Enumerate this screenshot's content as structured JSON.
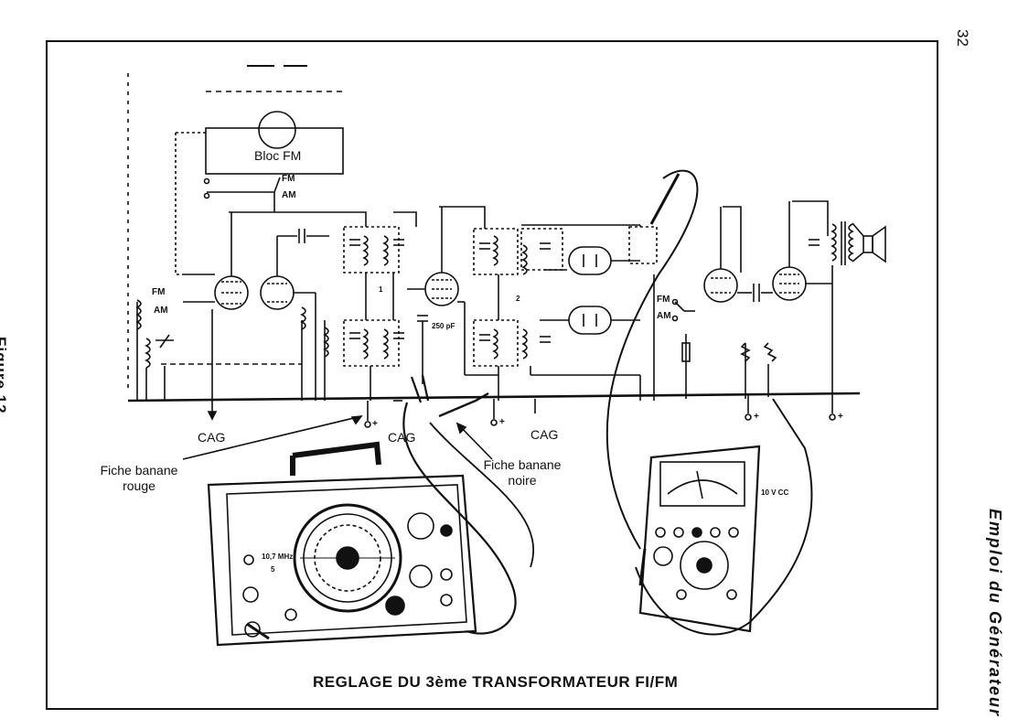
{
  "page": {
    "number": "32",
    "side_title": "Emploi du Générateur",
    "figure_label": "Figure 12",
    "caption": "REGLAGE DU 3ème TRANSFORMATEUR FI/FM"
  },
  "schematic": {
    "bloc_fm": "Bloc FM",
    "switch_fm_top": "FM",
    "switch_am_top": "AM",
    "switch_fm_left": "FM",
    "switch_am_left": "AM",
    "switch_fm_right": "FM",
    "switch_am_right": "AM",
    "capacitor_value": "250 pF",
    "cag_labels": [
      "CAG",
      "CAG",
      "CAG"
    ],
    "plus_signs": [
      "+",
      "+",
      "+",
      "+"
    ],
    "coil_marks": [
      "1",
      "2"
    ]
  },
  "callouts": {
    "red_plug": "Fiche banane rouge",
    "black_plug": "Fiche banane noire"
  },
  "generator": {
    "frequency": "10,7 MHz",
    "band": "5"
  },
  "voltmeter": {
    "range": "10 V CC"
  }
}
